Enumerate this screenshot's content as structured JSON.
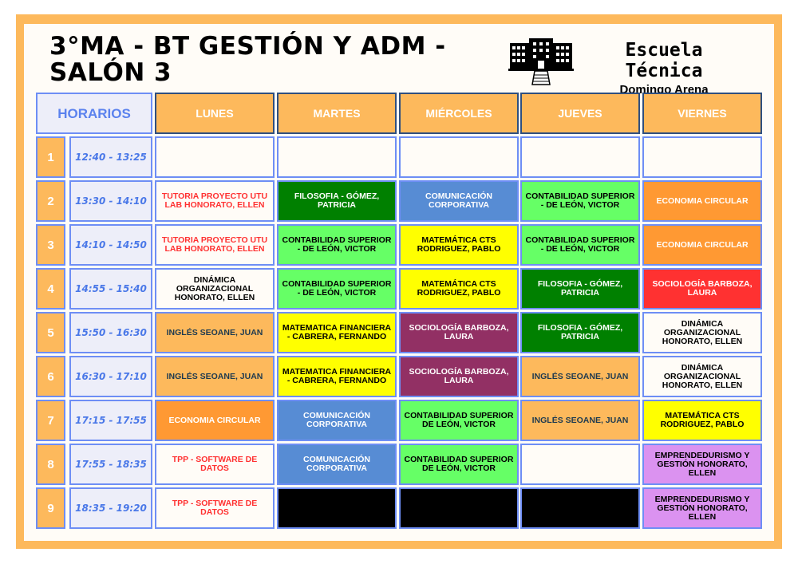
{
  "title": "3°MA - BT GESTIÓN Y ADM - SALÓN 3",
  "school": {
    "name": "Escuela Técnica",
    "subtitle": "Domingo Arena",
    "logo": "school-building-icon"
  },
  "colors": {
    "frame": "#FDB95C",
    "sheet": "#FFFCF7"
  },
  "header": {
    "horarios": "HORARIOS",
    "days": [
      "LUNES",
      "MARTES",
      "MIÉRCOLES",
      "JUEVES",
      "VIERNES"
    ]
  },
  "rows": [
    {
      "n": "1",
      "time": "12:40 - 13:25",
      "cells": [
        {
          "text": "",
          "bg": "#FFFCF7",
          "fg": "#000"
        },
        {
          "text": "",
          "bg": "#FFFCF7",
          "fg": "#000"
        },
        {
          "text": "",
          "bg": "#FFFCF7",
          "fg": "#000"
        },
        {
          "text": "",
          "bg": "#FFFCF7",
          "fg": "#000"
        },
        {
          "text": "",
          "bg": "#FFFCF7",
          "fg": "#000"
        }
      ]
    },
    {
      "n": "2",
      "time": "13:30 - 14:10",
      "cells": [
        {
          "text": "TUTORIA PROYECTO UTU LAB HONORATO, ELLEN",
          "bg": "#FFFCF7",
          "fg": "#FF3131"
        },
        {
          "text": "FILOSOFIA - GÓMEZ, PATRICIA",
          "bg": "#008000",
          "fg": "#FFFFFF"
        },
        {
          "text": "COMUNICACIÓN CORPORATIVA",
          "bg": "#578CD4",
          "fg": "#FFFFFF"
        },
        {
          "text": "CONTABILIDAD SUPERIOR - DE LEÓN, VICTOR",
          "bg": "#66FF66",
          "fg": "#000000"
        },
        {
          "text": "ECONOMIA CIRCULAR",
          "bg": "#FF9933",
          "fg": "#FFFFFF"
        }
      ]
    },
    {
      "n": "3",
      "time": "14:10 - 14:50",
      "cells": [
        {
          "text": "TUTORIA PROYECTO UTU LAB HONORATO, ELLEN",
          "bg": "#FFFCF7",
          "fg": "#FF3131"
        },
        {
          "text": "CONTABILIDAD SUPERIOR - DE LEÓN, VICTOR",
          "bg": "#66FF66",
          "fg": "#000000"
        },
        {
          "text": "MATEMÁTICA CTS RODRIGUEZ, PABLO",
          "bg": "#FFFF00",
          "fg": "#000000"
        },
        {
          "text": "CONTABILIDAD SUPERIOR - DE LEÓN, VICTOR",
          "bg": "#66FF66",
          "fg": "#000000"
        },
        {
          "text": "ECONOMIA CIRCULAR",
          "bg": "#FF9933",
          "fg": "#FFFFFF"
        }
      ]
    },
    {
      "n": "4",
      "time": "14:55 - 15:40",
      "cells": [
        {
          "text": "DINÁMICA ORGANIZACIONAL HONORATO, ELLEN",
          "bg": "#FFFCF7",
          "fg": "#000000"
        },
        {
          "text": "CONTABILIDAD SUPERIOR - DE LEÓN, VICTOR",
          "bg": "#66FF66",
          "fg": "#000000"
        },
        {
          "text": "MATEMÁTICA CTS RODRIGUEZ, PABLO",
          "bg": "#FFFF00",
          "fg": "#000000"
        },
        {
          "text": "FILOSOFIA - GÓMEZ, PATRICIA",
          "bg": "#008000",
          "fg": "#FFFFFF"
        },
        {
          "text": "SOCIOLOGÍA BARBOZA, LAURA",
          "bg": "#FF3131",
          "fg": "#FFFFFF"
        }
      ]
    },
    {
      "n": "5",
      "time": "15:50 - 16:30",
      "cells": [
        {
          "text": "INGLÉS SEOANE, JUAN",
          "bg": "#FDB95C",
          "fg": "#1E3A4F"
        },
        {
          "text": "MATEMATICA FINANCIERA - CABRERA, FERNANDO",
          "bg": "#FFFF00",
          "fg": "#000000"
        },
        {
          "text": "SOCIOLOGÍA BARBOZA, LAURA",
          "bg": "#923064",
          "fg": "#FFFFFF"
        },
        {
          "text": "FILOSOFIA - GÓMEZ, PATRICIA",
          "bg": "#008000",
          "fg": "#FFFFFF"
        },
        {
          "text": "DINÁMICA ORGANIZACIONAL HONORATO, ELLEN",
          "bg": "#FFFCF7",
          "fg": "#000000"
        }
      ]
    },
    {
      "n": "6",
      "time": "16:30 - 17:10",
      "cells": [
        {
          "text": "INGLÉS SEOANE, JUAN",
          "bg": "#FDB95C",
          "fg": "#1E3A4F"
        },
        {
          "text": "MATEMATICA FINANCIERA - CABRERA, FERNANDO",
          "bg": "#FFFF00",
          "fg": "#000000"
        },
        {
          "text": "SOCIOLOGÍA BARBOZA, LAURA",
          "bg": "#923064",
          "fg": "#FFFFFF"
        },
        {
          "text": "INGLÉS SEOANE, JUAN",
          "bg": "#FDB95C",
          "fg": "#1E3A4F"
        },
        {
          "text": "DINÁMICA ORGANIZACIONAL HONORATO, ELLEN",
          "bg": "#FFFCF7",
          "fg": "#000000"
        }
      ]
    },
    {
      "n": "7",
      "time": "17:15 - 17:55",
      "cells": [
        {
          "text": "ECONOMIA CIRCULAR",
          "bg": "#FF9933",
          "fg": "#FFFFFF"
        },
        {
          "text": "COMUNICACIÓN CORPORATIVA",
          "bg": "#578CD4",
          "fg": "#FFFFFF"
        },
        {
          "text": "CONTABILIDAD SUPERIOR DE LEÓN, VICTOR",
          "bg": "#66FF66",
          "fg": "#000000"
        },
        {
          "text": "INGLÉS SEOANE, JUAN",
          "bg": "#FDB95C",
          "fg": "#1E3A4F"
        },
        {
          "text": "MATEMÁTICA CTS RODRIGUEZ, PABLO",
          "bg": "#FFFF00",
          "fg": "#000000"
        }
      ]
    },
    {
      "n": "8",
      "time": "17:55 - 18:35",
      "cells": [
        {
          "text": "TPP - SOFTWARE DE DATOS",
          "bg": "#FFFCF7",
          "fg": "#FF3131"
        },
        {
          "text": "COMUNICACIÓN CORPORATIVA",
          "bg": "#578CD4",
          "fg": "#FFFFFF"
        },
        {
          "text": "CONTABILIDAD SUPERIOR DE LEÓN, VICTOR",
          "bg": "#66FF66",
          "fg": "#000000"
        },
        {
          "text": "",
          "bg": "#FFFCF7",
          "fg": "#000000"
        },
        {
          "text": "EMPRENDEDURISMO Y GESTIÓN HONORATO, ELLEN",
          "bg": "#DB92F0",
          "fg": "#000000"
        }
      ]
    },
    {
      "n": "9",
      "time": "18:35 - 19:20",
      "cells": [
        {
          "text": "TPP - SOFTWARE DE DATOS",
          "bg": "#FFFCF7",
          "fg": "#FF3131"
        },
        {
          "text": "",
          "bg": "#000000",
          "fg": "#FFFFFF"
        },
        {
          "text": "",
          "bg": "#000000",
          "fg": "#FFFFFF"
        },
        {
          "text": "",
          "bg": "#000000",
          "fg": "#FFFFFF"
        },
        {
          "text": "EMPRENDEDURISMO Y GESTIÓN HONORATO, ELLEN",
          "bg": "#DB92F0",
          "fg": "#000000"
        }
      ]
    }
  ]
}
